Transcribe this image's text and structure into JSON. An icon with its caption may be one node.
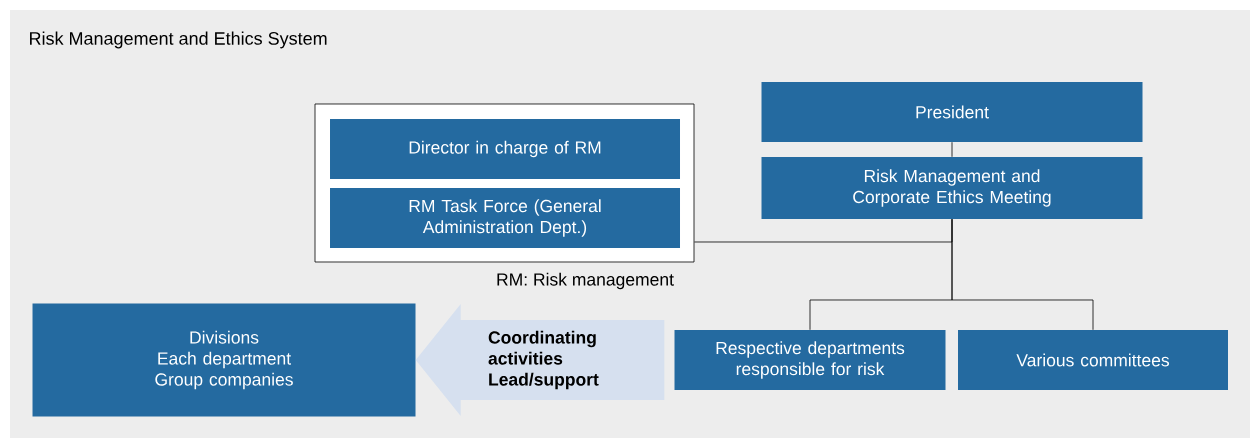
{
  "diagram": {
    "title": "Risk Management and Ethics System",
    "nodes": [
      {
        "text": [],
        "shape": "box"
      },
      {
        "text": [
          "Director in charge of RM"
        ],
        "in": 0
      },
      {
        "text": [
          "RM Task Force (General Administration Dept.)"
        ],
        "in": 0
      },
      {
        "text": [
          "President"
        ]
      },
      {
        "text": [
          "Risk Management and Corporate Ethics Meeting"
        ]
      },
      {
        "text": [
          "Respective departments responsible for risk"
        ]
      },
      {
        "text": [
          "Various committees"
        ]
      },
      {
        "text": [
          "Divisions",
          "Each department",
          "Group companies"
        ]
      }
    ],
    "edges": [
      {
        "from": 3,
        "to": 4,
        "arrow": "none"
      },
      {
        "from": 4,
        "to": 0,
        "arrow": "none"
      },
      {
        "from": 4,
        "to": 5,
        "arrow": "none"
      },
      {
        "from": 4,
        "to": 6,
        "arrow": "none"
      },
      {
        "from": 5,
        "to": 7,
        "arrow": "to",
        "label": "Coordinating activities Lead/support",
        "style": "thick",
        "color": "#d6e0ef"
      }
    ],
    "labels": [
      "RM: Risk management"
    ]
  }
}
